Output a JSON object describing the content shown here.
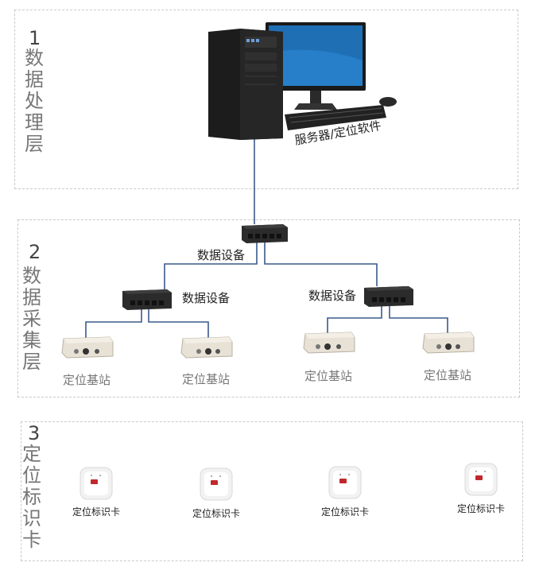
{
  "layers": [
    {
      "number": "1",
      "name": "数据处理层"
    },
    {
      "number": "2",
      "name": "数据采集层"
    },
    {
      "number": "3",
      "name": "定位标识卡"
    }
  ],
  "server": {
    "label": "服务器/定位软件"
  },
  "switches": {
    "top_label": "数据设备",
    "left_label": "数据设备",
    "right_label": "数据设备"
  },
  "base_stations": [
    "定位基站",
    "定位基站",
    "定位基站",
    "定位基站"
  ],
  "tags": [
    "定位标识卡",
    "定位标识卡",
    "定位标识卡",
    "定位标识卡"
  ],
  "colors": {
    "wire": "#3a5a8c",
    "border": "#c9c9c9"
  }
}
